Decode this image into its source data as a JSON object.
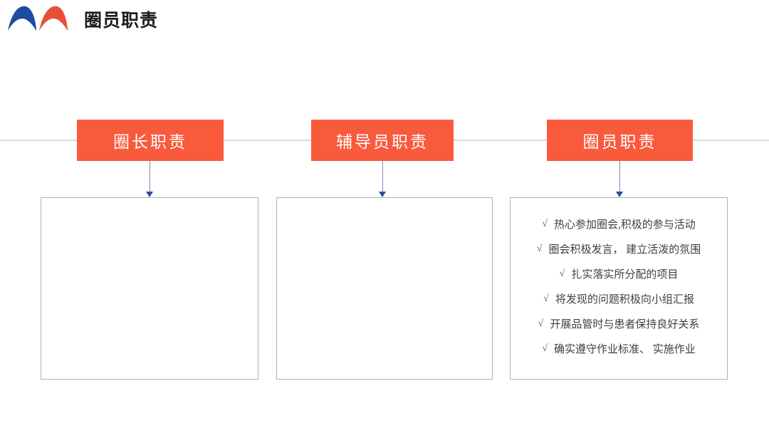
{
  "slide": {
    "title": "圈员职责"
  },
  "logo": {
    "name": "double-arch-logo",
    "left_arch_color": "#1c4ba0",
    "right_arch_color": "#e94f38"
  },
  "colors": {
    "header_bg": "#fa5a3c",
    "header_text": "#ffffff",
    "divider_line": "#d9d9d9",
    "box_border": "#9fb5c7",
    "arrow_shaft": "#7b90ba",
    "arrow_head": "#274f9e",
    "body_text": "#3f3f3f"
  },
  "check_mark": "√",
  "columns": [
    {
      "header": "圈长职责",
      "items": []
    },
    {
      "header": "辅导员职责",
      "items": []
    },
    {
      "header": "圈员职责",
      "items": [
        "热心参加圈会,积极的参与活动",
        "圈会积极发言， 建立活泼的氛围",
        "扎实落实所分配的项目",
        "将发现的问题积极向小组汇报",
        "开展品管时与患者保持良好关系",
        "确实遵守作业标准、 实施作业"
      ]
    }
  ]
}
